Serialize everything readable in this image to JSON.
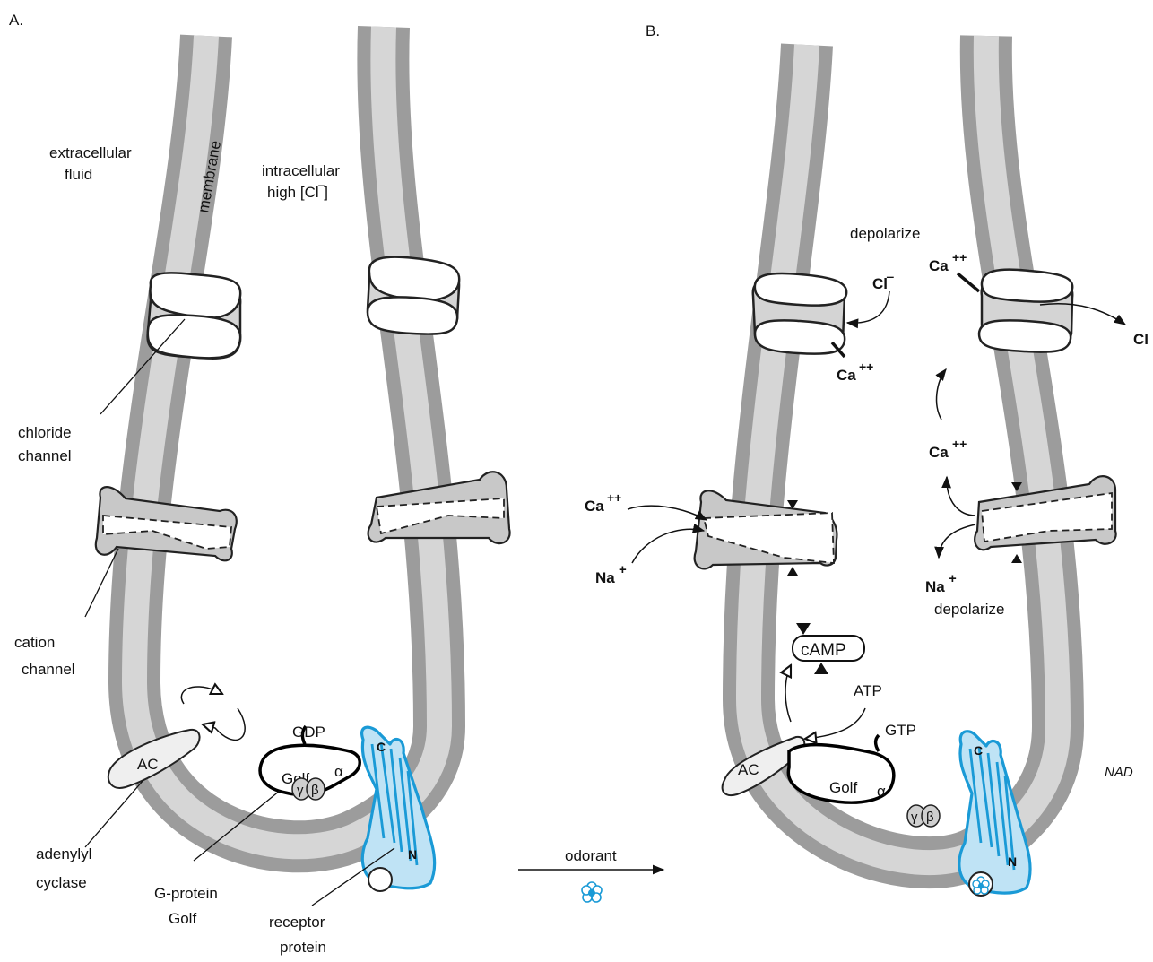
{
  "panels": {
    "a": "A.",
    "b": "B."
  },
  "labels": {
    "extracellular_line1": "extracellular",
    "extracellular_line2": "fluid",
    "membrane": "membrane",
    "intracellular_line1": "intracellular",
    "intracellular_line2": "high [Cl‾]",
    "chloride_line1": "chloride",
    "chloride_line2": "channel",
    "cation_line1": "cation",
    "cation_line2": "channel",
    "adenylyl_line1": "adenylyl",
    "adenylyl_line2": "cyclase",
    "gprotein_line1": "G-protein",
    "gprotein_line2": "Golf",
    "receptor_line1": "receptor",
    "receptor_line2": "protein",
    "ac": "AC",
    "golf": "Golf",
    "alpha": "α",
    "gamma": "γ",
    "beta": "β",
    "gdp": "GDP",
    "gtp": "GTP",
    "atp": "ATP",
    "camp": "cAMP",
    "c_term": "C",
    "n_term": "N",
    "odorant": "odorant",
    "depolarize_top": "depolarize",
    "depolarize_bottom": "depolarize",
    "cl_in": "Cl‾",
    "cl_out": "Cl",
    "ca_chloride": "Ca",
    "ca_right_top": "Ca",
    "ca_right_mid": "Ca",
    "ca_left": "Ca",
    "na_left": "Na",
    "na_right": "Na",
    "plus2": "++",
    "plus1": "+",
    "signature": "NAD"
  },
  "colors": {
    "membrane_outer": "#9c9c9c",
    "membrane_inner": "#d6d6d6",
    "receptor": "#1a9ad6",
    "receptor_fill": "#bfe3f5"
  },
  "icons": {
    "odorant": "flower-icon"
  }
}
